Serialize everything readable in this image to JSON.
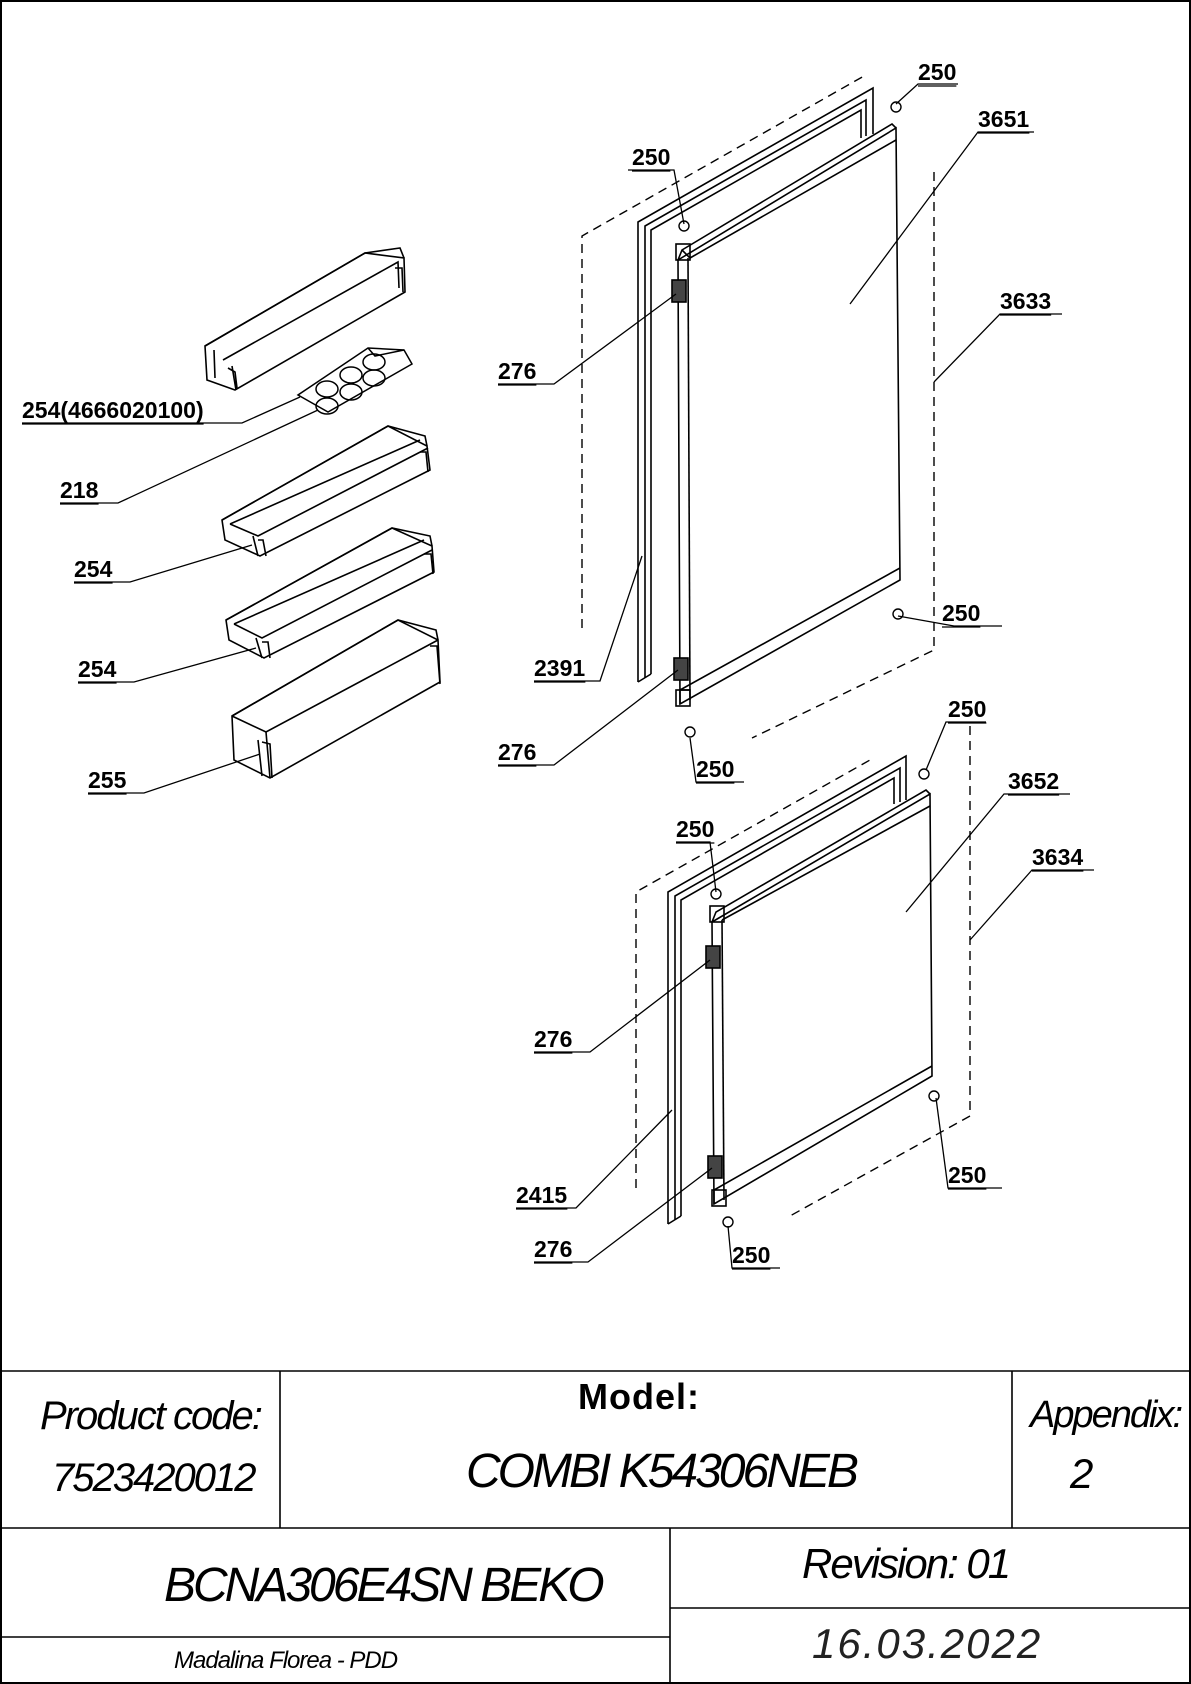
{
  "callouts": [
    {
      "text": "250"
    },
    {
      "text": "3651"
    },
    {
      "text": "250"
    },
    {
      "text": "3633"
    },
    {
      "text": "276"
    },
    {
      "text": "254(4666020100)"
    },
    {
      "text": "218"
    },
    {
      "text": "254"
    },
    {
      "text": "254"
    },
    {
      "text": "255"
    },
    {
      "text": "2391"
    },
    {
      "text": "250"
    },
    {
      "text": "276"
    },
    {
      "text": "250"
    },
    {
      "text": "250"
    },
    {
      "text": "3652"
    },
    {
      "text": "250"
    },
    {
      "text": "3634"
    },
    {
      "text": "276"
    },
    {
      "text": "2415"
    },
    {
      "text": "250"
    },
    {
      "text": "276"
    },
    {
      "text": "250"
    }
  ],
  "title_block": {
    "product_code_label": "Product code:",
    "product_code": "7523420012",
    "model_label": "Model:",
    "model": "COMBI K54306NEB",
    "appendix_label": "Appendix:",
    "appendix": "2",
    "product_name": "BCNA306E4SN BEKO",
    "author": "Madalina Florea - PDD",
    "revision": "Revision: 01",
    "date": "16.03.2022"
  }
}
